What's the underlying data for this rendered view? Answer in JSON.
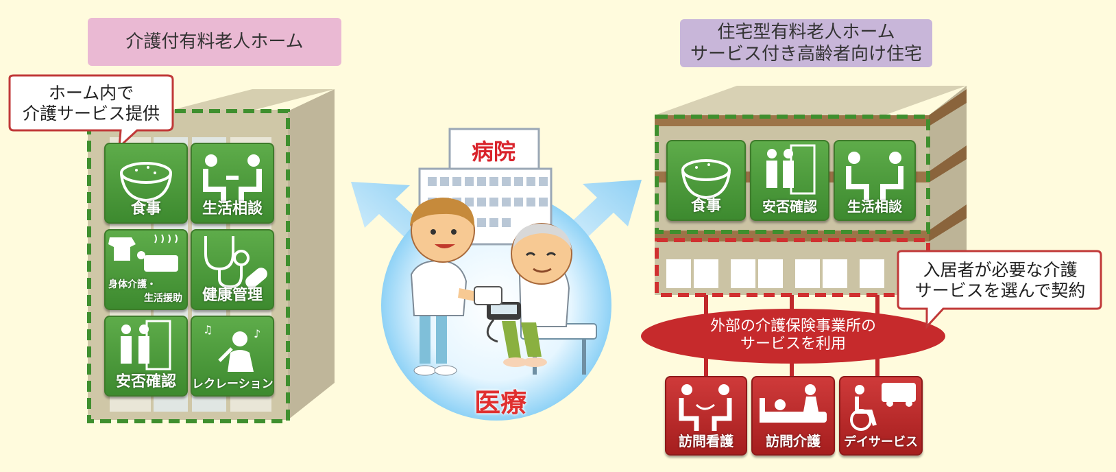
{
  "left": {
    "title": "介護付有料老人ホーム",
    "callout": {
      "line1": "ホーム内で",
      "line2": "介護サービス提供"
    },
    "tiles": [
      {
        "label": "食事",
        "icon": "rice-bowl-icon"
      },
      {
        "label": "生活相談",
        "icon": "consultation-icon"
      },
      {
        "label_line1": "身体介護・",
        "label_line2": "生活援助",
        "icon": "bath-care-icon"
      },
      {
        "label": "健康管理",
        "icon": "stethoscope-icon"
      },
      {
        "label": "安否確認",
        "icon": "door-check-icon"
      },
      {
        "label": "レクレーション",
        "icon": "karaoke-icon"
      }
    ]
  },
  "center": {
    "hospital": "病院",
    "medical": "医療"
  },
  "right": {
    "title_line1": "住宅型有料老人ホーム",
    "title_line2": "サービス付き高齢者向け住宅",
    "tiles": [
      {
        "label": "食事",
        "icon": "rice-bowl-icon"
      },
      {
        "label": "安否確認",
        "icon": "door-check-icon"
      },
      {
        "label": "生活相談",
        "icon": "consultation-icon"
      }
    ],
    "callout": {
      "line1": "入居者が必要な介護",
      "line2": "サービスを選んで契約"
    },
    "oval": {
      "line1": "外部の介護保険事業所の",
      "line2": "サービスを利用"
    },
    "external_tiles": [
      {
        "label": "訪問看護",
        "icon": "home-nursing-icon"
      },
      {
        "label": "訪問介護",
        "icon": "home-care-icon"
      },
      {
        "label": "デイサービス",
        "icon": "day-service-icon"
      }
    ]
  },
  "colors": {
    "background": "#fffbdd",
    "green_tile": "#4a9a3a",
    "red_tile": "#c0292b",
    "dashed_green": "#3f8f2e",
    "dashed_red": "#d03030",
    "callout_border": "#c03838"
  }
}
